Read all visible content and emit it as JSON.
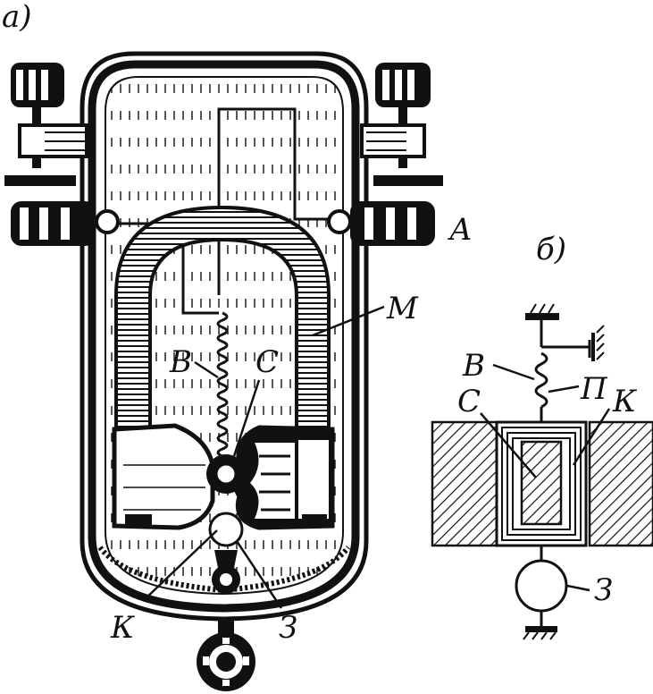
{
  "labels": {
    "fig_a": "a)",
    "fig_b": "б)",
    "a": "А",
    "m": "М",
    "b_left": "В",
    "c_left": "С",
    "k_left": "К",
    "z_left": "З",
    "b_right": "В",
    "p_right": "П",
    "c_right": "С",
    "k_right": "К",
    "z_right": "З"
  },
  "colors": {
    "ink": "#111111",
    "paper": "#ffffff"
  }
}
